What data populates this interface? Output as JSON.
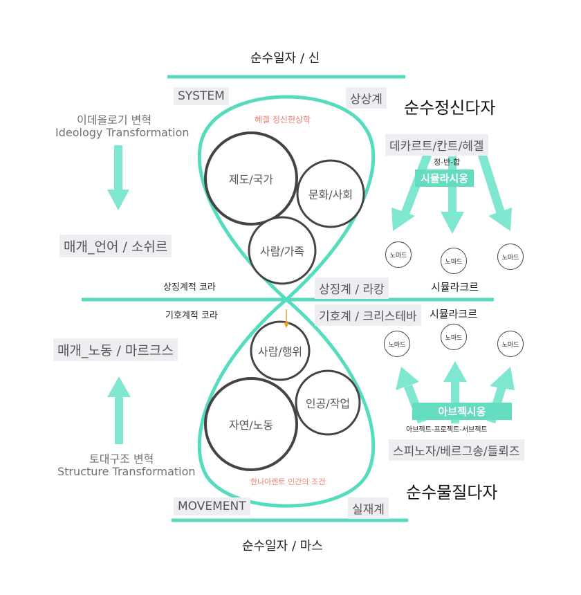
{
  "top": {
    "title": "순수일자 / 신",
    "system": "SYSTEM",
    "imaginary": "상상계",
    "pure_mind": "순수정신다자"
  },
  "bottom": {
    "title": "순수일자 / 마스",
    "movement": "MOVEMENT",
    "real": "실재계",
    "pure_matter": "순수물질다자"
  },
  "left": {
    "ideology_kr": "이데올로기 변혁",
    "ideology_en": "Ideology Transformation",
    "medium_language": "매개_언어 / 소쉬르",
    "medium_labor": "매개_노동 / 마르크스",
    "structure_kr": "토대구조 변혁",
    "structure_en": "Structure Transformation"
  },
  "center": {
    "symbolic_chora": "상징계적 코라",
    "semiotic_chora": "기호계적 코라",
    "symbolic_lacan": "상징계 / 라캉",
    "semiotic_kristeva": "기호계 / 크리스테바",
    "hegel_phenomenology": "헤겔 정신현상학",
    "arendt_condition": "한나아렌트 인간의 조건"
  },
  "circles": {
    "system_state": "제도/국가",
    "culture_society": "문화/사회",
    "person_family": "사람/가족",
    "person_action": "사람/행위",
    "artificial_work": "인공/작업",
    "nature_labor": "자연/노동"
  },
  "right": {
    "philosophers_top": "데카르트/칸트/헤겔",
    "dialectic": "정-반-합",
    "simulation": "시뮬라시옹",
    "nomad": "노마드",
    "simulacre": "시뮬라크르",
    "abject": "아브젝시옹",
    "abject_object": "아브젝트-프로젝트-서브젝트",
    "philosophers_bottom": "스피노자/베르그송/들뢰즈"
  },
  "colors": {
    "accent": "#55dcbf",
    "arrow": "#7fe6cf",
    "circle_dark": "#444444",
    "red_text": "#f07c70",
    "chora_arrow": "#f0a030"
  }
}
